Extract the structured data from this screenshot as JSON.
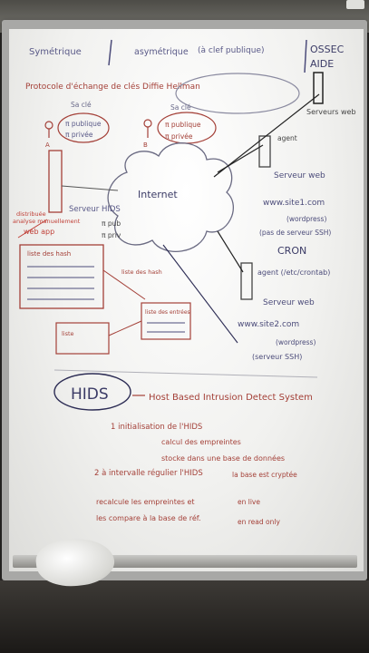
{
  "header": {
    "symmetric": "Symétrique",
    "asymmetric": "asymétrique",
    "key_note": "(à clef publique)",
    "ossec": "OSSEC",
    "aide": "AIDE",
    "protocol": "Protocole d'échange de clés Diffie Hellman"
  },
  "left_keys": {
    "label": "Sa clé",
    "pub": "π publique",
    "priv": "π privée",
    "person": "A"
  },
  "right_keys": {
    "label": "Sa clé",
    "pub": "π publique",
    "priv": "π privée",
    "person": "B"
  },
  "network": {
    "internet": "Internet",
    "hids": "Serveur HIDS",
    "hids_pub": "π pub",
    "hids_priv": "π priv",
    "web_servers": "Serveurs web",
    "server1_agent": "agent",
    "server1_label": "Serveur web",
    "server1_domain": "www.site1.com",
    "server1_sub": "(wordpress)",
    "server1_ssh": "(pas de serveur SSH)",
    "cron": "CRON",
    "server2_agent": "agent (/etc/crontab)",
    "server2_label": "Serveur web",
    "server2_domain": "www.site2.com",
    "server2_sub": "(wordpress)",
    "server2_ssh": "(serveur SSH)"
  },
  "side_notes": {
    "distribution": "distribuée",
    "analysis": "analyse manuellement",
    "web_app": "web app",
    "hash_list": "liste des hash",
    "mid_note": "liste des hash",
    "box_note": "liste des entrées",
    "box_note2": "liste"
  },
  "hids_definition": {
    "acronym": "HIDS",
    "full": "Host Based Intrusion Detect System",
    "step1": "1 initialisation de l'HIDS",
    "step1a": "calcul des empreintes",
    "step1b": "stocke dans une base de données",
    "step1c": "la base est cryptée",
    "step2": "2 à intervalle régulier l'HIDS",
    "step2a": "recalcule les empreintes et",
    "step2b": "les compare à la base de réf.",
    "step2c": "en live",
    "step2d": "en read only"
  }
}
